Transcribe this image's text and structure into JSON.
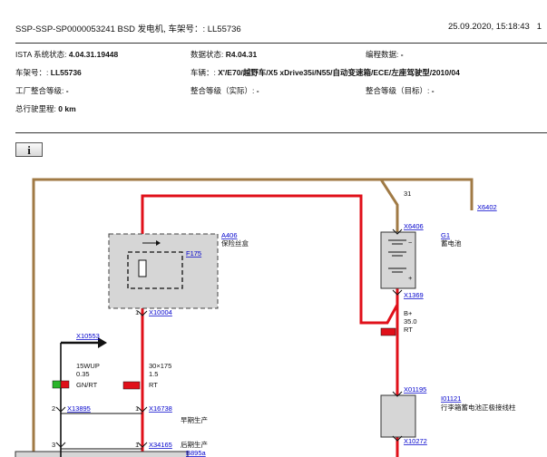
{
  "header": {
    "title": "SSP-SSP-SP0000053241 BSD 发电机, 车架号：: LL55736",
    "datetime": "25.09.2020, 15:18:43",
    "page": "1"
  },
  "meta": {
    "ista_label": "ISTA 系统状态:",
    "ista_value": "4.04.31.19448",
    "data_label": "数据状态:",
    "data_value": "R4.04.31",
    "prog_label": "编程数据:",
    "prog_value": "-",
    "vin_label": "车架号：:",
    "vin_value": "LL55736",
    "vehicle_label": "车辆：:",
    "vehicle_value": "X'/E70/越野车/X5 xDrive35i/N55/自动变速箱/ECE/左座驾驶型/2010/04",
    "factory_label": "工厂整合等级:",
    "factory_value": "-",
    "integ_actual_label": "整合等级（实际）:",
    "integ_actual_value": "-",
    "integ_target_label": "整合等级（目标）:",
    "integ_target_value": "-",
    "mileage_label": "总行驶里程:",
    "mileage_value": "0 km"
  },
  "info_button": "i",
  "diagram": {
    "terminal_31": "31",
    "x6402": "X6402",
    "x6406": "X6406",
    "g1_id": "G1",
    "g1_name": "蓄电池",
    "x1369": "X1369",
    "a406_id": "A406",
    "a406_name": "保险丝盒",
    "f175": "F175",
    "x10004": "X10004",
    "pin1_a": "1",
    "bplus": "B+",
    "bplus_size": "35.0",
    "bplus_color": "RT",
    "x10553": "X10553",
    "w1_name": "15WUP",
    "w1_size": "0.35",
    "w1_color": "GN/RT",
    "w2_name": "30×175",
    "w2_size": "1.5",
    "w2_color": "RT",
    "x01195": "X01195",
    "i01121_id": "I01121",
    "i01121_name": "行李箱蓄电池正极接线柱",
    "pin2": "2",
    "x13895": "X13895",
    "pin1_b": "1",
    "x16738": "X16738",
    "early": "早期生产",
    "pin3": "3",
    "pin1_c": "1",
    "x34165": "X34165",
    "late": "后期生产",
    "b895a": "B895a",
    "x10272": "X10272",
    "plus": "+",
    "minus": "−"
  },
  "colors": {
    "brown": "#a07a45",
    "red": "#e0101a",
    "green": "#2bb52b",
    "link": "#0000cc",
    "box_gray": "#d6d6d6"
  }
}
